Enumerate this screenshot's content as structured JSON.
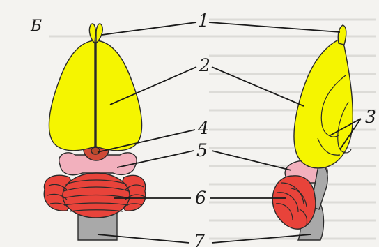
{
  "panel_label": "Б",
  "labels": [
    "1",
    "2",
    "3",
    "4",
    "5",
    "6",
    "7"
  ],
  "colors": {
    "hemispheres": "#f5f500",
    "olfactory_bulbs": "#f5f500",
    "midbrain": "#f2b0bd",
    "cerebellum": "#e8433a",
    "medulla": "#a9a9a9",
    "pineal": "#b64a2a",
    "diencephalon": "#d04a38",
    "outline": "#2a2a2a",
    "bleed_text": "#d9d8d4"
  }
}
